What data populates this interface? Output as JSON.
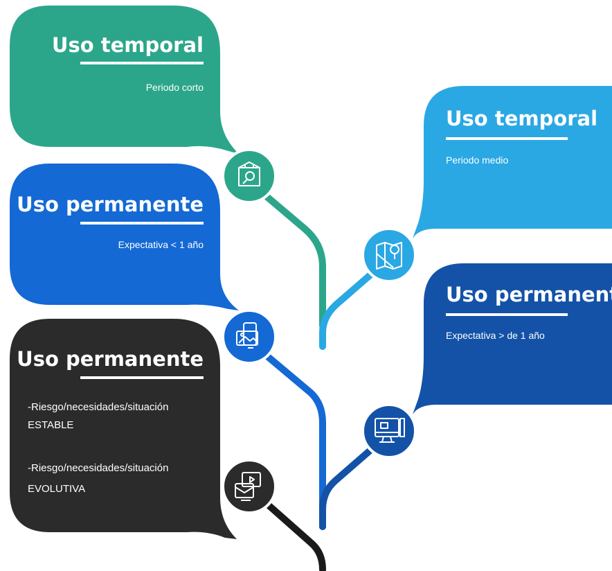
{
  "colors": {
    "green": "#2ca68a",
    "light_blue": "#2aa8e4",
    "blue": "#1469d4",
    "dark_blue": "#1452a8",
    "dark": "#2b2b2b",
    "trunk_dark": "#1a1a1a"
  },
  "bubbles": [
    {
      "id": "temporal-corto",
      "title": "Uso temporal",
      "lines": [
        "Periodo corto"
      ],
      "icon": "box-search-icon"
    },
    {
      "id": "permanente-menor",
      "title": "Uso permanente",
      "lines": [
        "Expectativa < 1 año"
      ],
      "icon": "tablet-image-icon"
    },
    {
      "id": "permanente-riesgo",
      "title": "Uso permanente",
      "lines": [
        "-Riesgo/necesidades/situación",
        "ESTABLE",
        "-Riesgo/necesidades/situación",
        "EVOLUTIVA"
      ],
      "icon": "video-screen-icon"
    },
    {
      "id": "temporal-medio",
      "title": "Uso temporal",
      "lines": [
        "Periodo medio"
      ],
      "icon": "map-pin-icon"
    },
    {
      "id": "permanente-mayor",
      "title": "Uso permanente",
      "lines": [
        "Expectativa > de 1 año"
      ],
      "icon": "computer-icon"
    }
  ]
}
